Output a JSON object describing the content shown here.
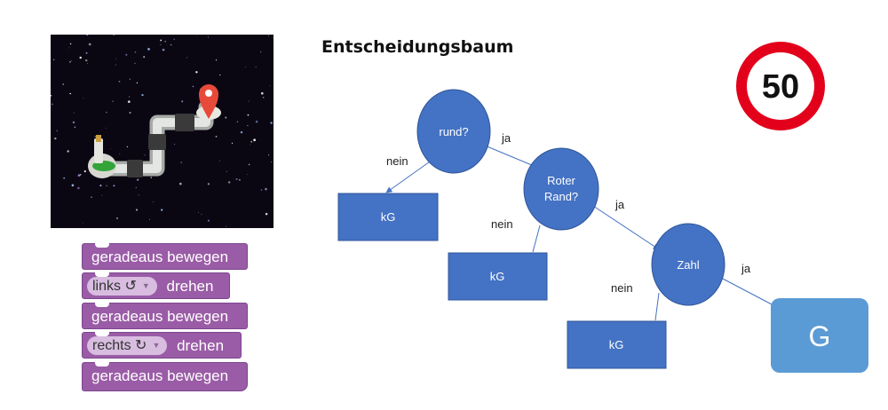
{
  "colors": {
    "block_purple": "#9a5ca6",
    "node_blue": "#4472c4",
    "goal_blue": "#5b9bd5",
    "sign_red": "#e3001b"
  },
  "scene": {
    "icons": [
      "space-starfield",
      "robot-rover-icon",
      "location-pin-icon",
      "pipe-track"
    ]
  },
  "blocks": [
    {
      "text": "geradeaus bewegen"
    },
    {
      "pill": "links",
      "icon": "↺",
      "text": "drehen"
    },
    {
      "text": "geradeaus bewegen"
    },
    {
      "pill": "rechts",
      "icon": "↻",
      "text": "drehen"
    },
    {
      "text": "geradeaus bewegen"
    }
  ],
  "diagram": {
    "title": "Entscheidungsbaum",
    "nodes": {
      "rund": "rund?",
      "roter_line1": "Roter",
      "roter_line2": "Rand?",
      "zahl": "Zahl",
      "kg1": "kG",
      "kg2": "kG",
      "kg3": "kG",
      "g": "G"
    },
    "edges": {
      "nein1": "nein",
      "ja1": "ja",
      "nein2": "nein",
      "ja2": "ja",
      "nein3": "nein",
      "ja3": "ja"
    }
  },
  "sign": {
    "value": "50"
  }
}
